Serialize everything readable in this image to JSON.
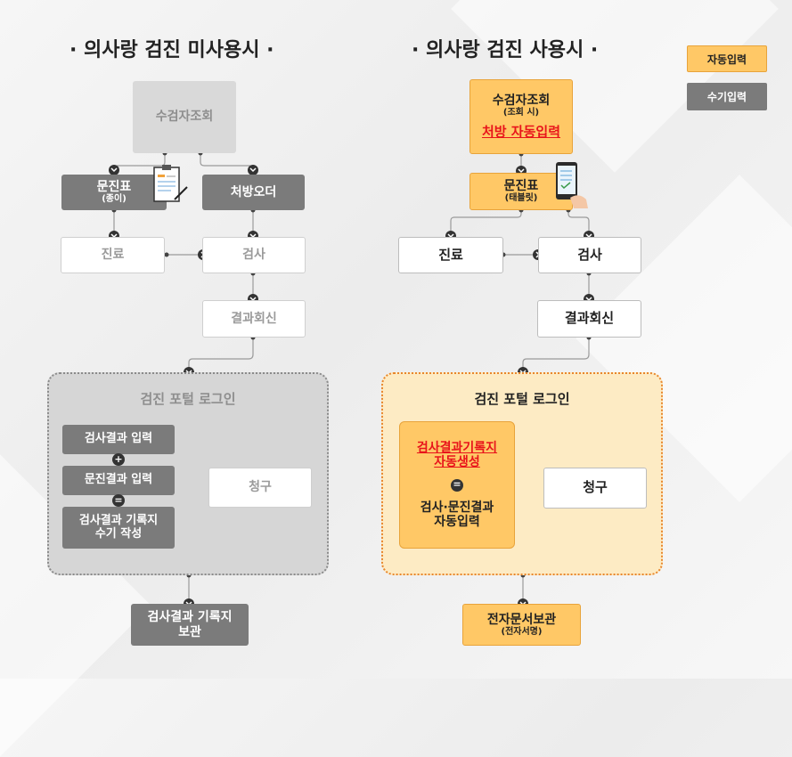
{
  "left": {
    "title": "· 의사랑 검진 미사용시 ·",
    "lookup": "수검자조회",
    "questionnaire": "문진표",
    "questionnaire_sub": "(종이)",
    "prescription": "처방오더",
    "treatment": "진료",
    "exam": "검사",
    "result_reply": "결과회신",
    "portal_title": "검진 포털 로그인",
    "result_input": "검사결과 입력",
    "plus": "+",
    "questionnaire_input": "문진결과 입력",
    "equals": "=",
    "record_manual_line1": "검사결과 기록지",
    "record_manual_line2": "수기 작성",
    "billing": "청구",
    "storage_line1": "검사결과 기록지",
    "storage_line2": "보관"
  },
  "right": {
    "title": "· 의사랑 검진 사용시 ·",
    "lookup": "수검자조회",
    "lookup_sub": "(조회 시)",
    "auto_prescription": "처방 자동입력",
    "questionnaire": "문진표",
    "questionnaire_sub": "(태블릿)",
    "treatment": "진료",
    "exam": "검사",
    "result_reply": "결과회신",
    "portal_title": "검진 포털 로그인",
    "auto_record_line1": "검사결과기록지",
    "auto_record_line2": "자동생성",
    "equals": "=",
    "auto_input_line1": "검사·문진결과",
    "auto_input_line2": "자동입력",
    "billing": "청구",
    "storage": "전자문서보관",
    "storage_sub": "(전자서명)"
  },
  "legend": {
    "auto": "자동입력",
    "manual": "수기입력"
  },
  "colors": {
    "auto": "#ffc866",
    "manual": "#7b7b7b",
    "accent_red": "#e8141b"
  }
}
